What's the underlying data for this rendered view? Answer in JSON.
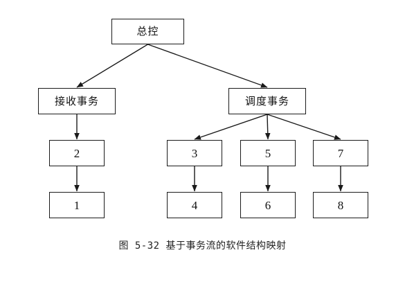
{
  "diagram": {
    "nodes": {
      "root": "总控",
      "receive": "接收事务",
      "dispatch": "调度事务",
      "n2": "2",
      "n1": "1",
      "n3": "3",
      "n4": "4",
      "n5": "5",
      "n6": "6",
      "n7": "7",
      "n8": "8"
    },
    "edges": [
      [
        "root",
        "receive"
      ],
      [
        "root",
        "dispatch"
      ],
      [
        "receive",
        "n2"
      ],
      [
        "n2",
        "n1"
      ],
      [
        "dispatch",
        "n3"
      ],
      [
        "dispatch",
        "n5"
      ],
      [
        "dispatch",
        "n7"
      ],
      [
        "n3",
        "n4"
      ],
      [
        "n5",
        "n6"
      ],
      [
        "n7",
        "n8"
      ]
    ]
  },
  "caption": "图 5-32  基于事务流的软件结构映射"
}
